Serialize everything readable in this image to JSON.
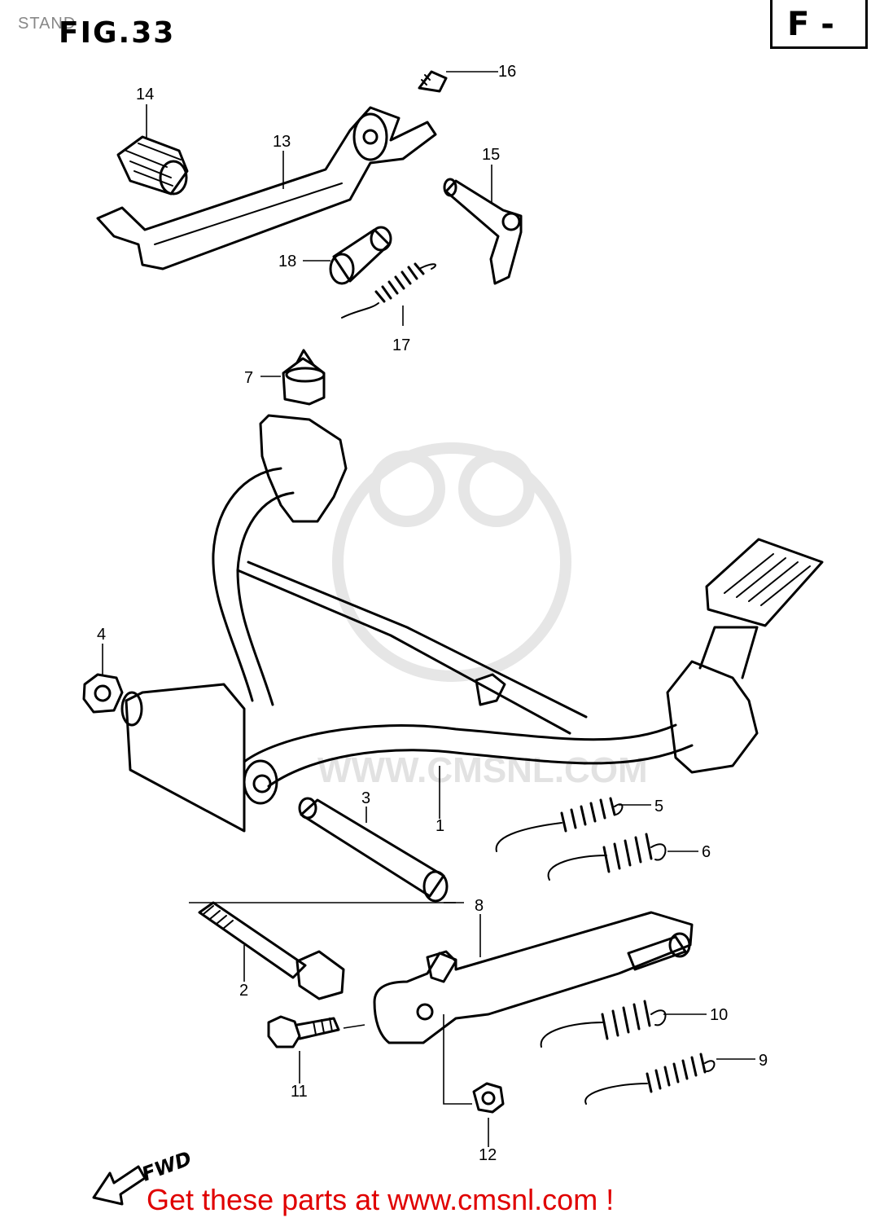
{
  "header": {
    "caption": "STAND",
    "figure": "FIG.33",
    "section": "F -"
  },
  "parts": [
    {
      "id": "1",
      "label": "1"
    },
    {
      "id": "2",
      "label": "2"
    },
    {
      "id": "3",
      "label": "3"
    },
    {
      "id": "4",
      "label": "4"
    },
    {
      "id": "5",
      "label": "5"
    },
    {
      "id": "6",
      "label": "6"
    },
    {
      "id": "7",
      "label": "7"
    },
    {
      "id": "8",
      "label": "8"
    },
    {
      "id": "9",
      "label": "9"
    },
    {
      "id": "10",
      "label": "10"
    },
    {
      "id": "11",
      "label": "11"
    },
    {
      "id": "12",
      "label": "12"
    },
    {
      "id": "13",
      "label": "13"
    },
    {
      "id": "14",
      "label": "14"
    },
    {
      "id": "15",
      "label": "15"
    },
    {
      "id": "16",
      "label": "16"
    },
    {
      "id": "17",
      "label": "17"
    },
    {
      "id": "18",
      "label": "18"
    }
  ],
  "direction_marker": "FWD",
  "watermark": "WWW.CMSNL.COM",
  "footer": "Get these parts at www.cmsnl.com !"
}
